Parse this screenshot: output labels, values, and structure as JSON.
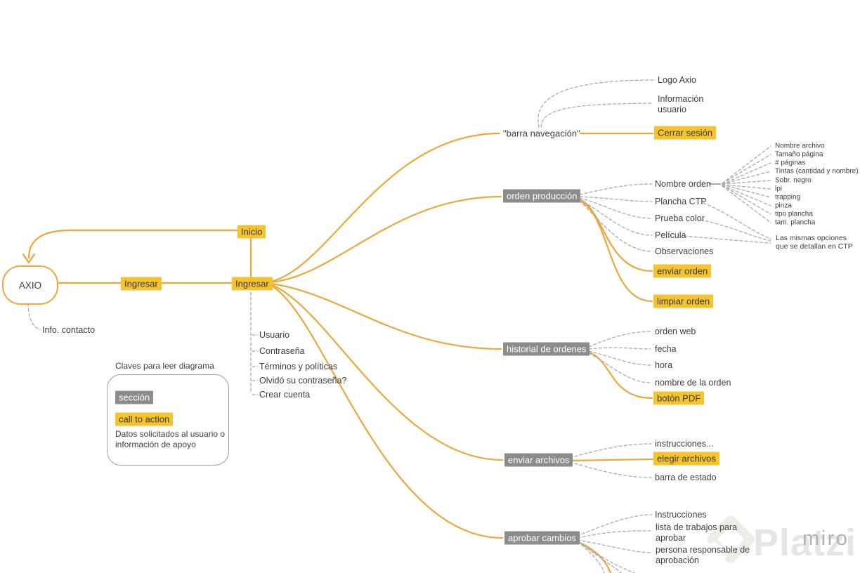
{
  "board": {
    "colors": {
      "cta_yellow": "#F4C32E",
      "line_amber": "#EDA73C",
      "section_gray": "#8C8C8C",
      "dash_gray": "#ABABAB",
      "text_dark": "#3E3E3E"
    },
    "root": {
      "label": "AXIO"
    },
    "root_leaf": "Info. contacto",
    "nav": {
      "inicio": "Inicio",
      "ingresar_outer": "Ingresar",
      "ingresar_inner": "Ingresar"
    },
    "login_fields": [
      "Usuario",
      "Contraseña",
      "Términos y políticas",
      "Olvidó su contraseña?",
      "Crear cuenta"
    ],
    "sections": {
      "barra": {
        "label": "\"barra navegación\"",
        "leaves": [
          "Logo Axio",
          "Información usuario"
        ],
        "cta": "Cerrar sesión"
      },
      "orden": {
        "label": "orden producción",
        "leaves": [
          "Nombre orden",
          "Plancha CTP",
          "Prueba color",
          "Película",
          "Observaciones"
        ],
        "cta_enviar": "enviar orden",
        "cta_limpiar": "limpiar orden",
        "detalle": [
          "Nombre archivo",
          "Tamaño página",
          "# páginas",
          "Tintas (cantidad y nombre)",
          "Sobr. negro",
          "lpi",
          "trapping",
          "pinza",
          "tipo plancha",
          "tam. plancha"
        ],
        "nota": "Las mismas opciones que se detallan en CTP"
      },
      "historial": {
        "label": "historial de ordenes",
        "leaves": [
          "orden web",
          "fecha",
          "hora",
          "nombre de la orden"
        ],
        "cta": "botón PDF"
      },
      "archivos": {
        "label": "enviar archivos",
        "leaf_top": "instrucciones...",
        "leaf_bottom": "barra de estado",
        "cta": "elegir archivos"
      },
      "aprobar": {
        "label": "aprobar cambios",
        "leaves": [
          "Instrucciones",
          "lista de trabajos para aprobar",
          "persona responsable de aprobación"
        ]
      }
    },
    "legend": {
      "title": "Claves para leer diagrama",
      "section_chip": "sección",
      "cta_chip": "call to action",
      "note": "Datos solicitados al usuario o información de apoyo"
    },
    "watermarks": {
      "platzi": "Platzi",
      "miro": "miro"
    }
  }
}
